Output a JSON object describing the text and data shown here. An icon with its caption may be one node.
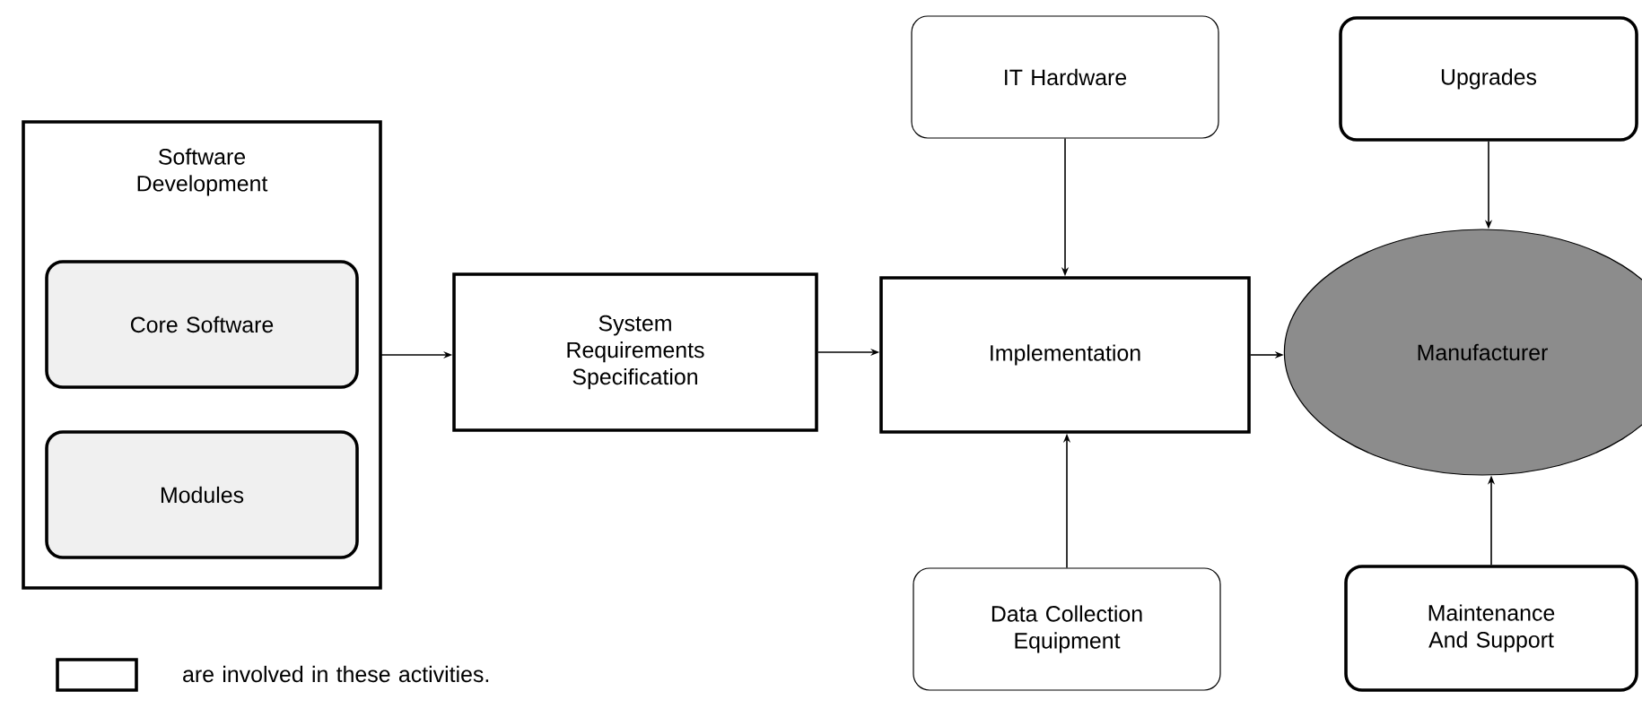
{
  "diagram": {
    "nodes": [
      {
        "text": [
          "Software Development"
        ]
      },
      {
        "text": [
          "Core Software"
        ],
        "in": 0
      },
      {
        "text": [
          "Modules"
        ],
        "in": 0
      },
      {
        "text": [
          "System Requirements Specification"
        ]
      },
      {
        "text": [
          "Implementation"
        ]
      },
      {
        "text": [
          "IT Hardware"
        ]
      },
      {
        "text": [
          "Upgrades"
        ]
      },
      {
        "text": [
          "Manufacturer"
        ]
      },
      {
        "text": [
          "Data Collection Equipment"
        ]
      },
      {
        "text": [
          "Maintenance And Support"
        ]
      }
    ],
    "edges": [
      {
        "from": 0,
        "to": 3,
        "arrow": "to"
      },
      {
        "from": 3,
        "to": 4,
        "arrow": "to"
      },
      {
        "from": 4,
        "to": 7,
        "arrow": "to"
      },
      {
        "from": 5,
        "to": 4,
        "arrow": "to"
      },
      {
        "from": 8,
        "to": 4,
        "arrow": "to"
      },
      {
        "from": 6,
        "to": 7,
        "arrow": "to"
      },
      {
        "from": 9,
        "to": 7,
        "arrow": "to"
      }
    ],
    "legend": [
      {
        "text": "are involved in these activities."
      }
    ]
  }
}
